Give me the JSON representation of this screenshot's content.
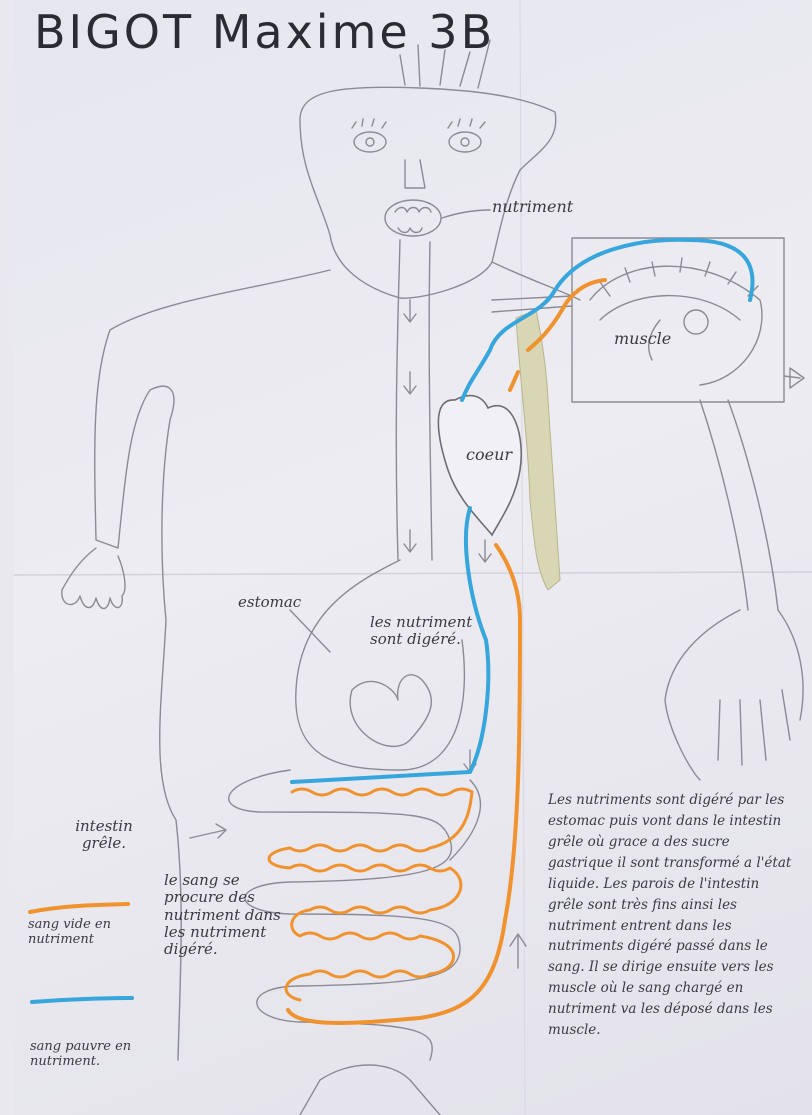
{
  "title": "BIGOT Maxime 3B",
  "labels": {
    "nutrient": "nutriment",
    "muscle": "muscle",
    "coeur": "coeur",
    "estomac": "estomac",
    "nutrients_digested": "les nutriment sont digéré.",
    "intestin": "intestin grêle.",
    "sang": "le sang se procure des nutriment dans les nutriment digéré."
  },
  "legend": [
    {
      "text": "sang vide en nutriment",
      "color": "#f0922e"
    },
    {
      "text": "sang pauvre en nutriment.",
      "color": "#36a6dc"
    }
  ],
  "paragraph": "Les nutriments sont digéré par les estomac puis vont dans le intestin grêle où grace a des sucre gastrique il sont transformé a l'état liquide. Les parois de l'intestin grêle sont très fins ainsi les nutriment entrent dans les nutriments digéré passé dans le sang. Il se dirige ensuite vers les muscle où le sang chargé en nutriment va les déposé dans les muscle.",
  "colors": {
    "orange_blood": "#f0922e",
    "blue_blood": "#36a6dc",
    "pencil": "#8b8b95",
    "cream": "#d9d6b4"
  }
}
